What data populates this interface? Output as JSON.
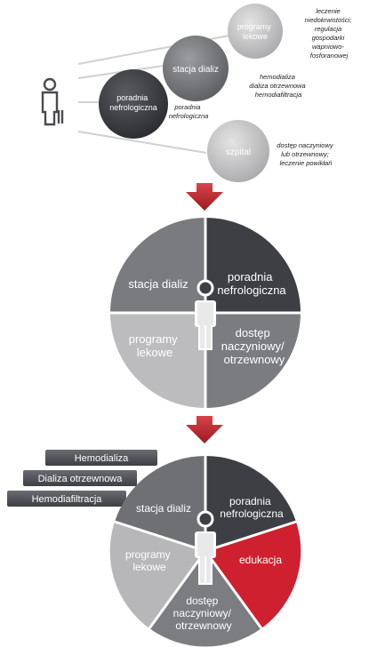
{
  "top_section": {
    "circles": [
      {
        "label_lines": [
          "programy",
          "lekowe"
        ],
        "note_lines": [
          "leczenie",
          "niedokrwistości;",
          "regulacja",
          "gospodarki",
          "wapniowo-",
          "fosforanowej"
        ]
      },
      {
        "label_lines": [
          "stacja dializ"
        ],
        "note_lines": [
          "hemodializa",
          "dializa otrzewnowa",
          "hemodiafiltracja"
        ]
      },
      {
        "label_lines": [
          "poradnia",
          "nefrologiczna"
        ],
        "note_lines": [
          "poradnia",
          "nefrologiczna"
        ]
      },
      {
        "label_lines": [
          "szpital"
        ],
        "note_lines": [
          "dostęp naczyniowy",
          "lub otrzewnowy;",
          "leczenie powikłań"
        ]
      }
    ]
  },
  "middle_section": {
    "quadrants": {
      "top_left": [
        "stacja dializ"
      ],
      "top_right": [
        "poradnia",
        "nefrologiczna"
      ],
      "bottom_left": [
        "programy",
        "lekowe"
      ],
      "bottom_right": [
        "dostęp",
        "naczyniowy/",
        "otrzewnowy"
      ]
    }
  },
  "bottom_section": {
    "buttons": [
      "Hemodializa",
      "Dializa otrzewnowa",
      "Hemodiafiltracja"
    ],
    "segments": {
      "top_left": [
        "stacja dializ"
      ],
      "top_right": [
        "poradnia",
        "nefrologiczna"
      ],
      "right": [
        "edukacja"
      ],
      "bottom": [
        "dostęp",
        "naczyniowy/",
        "otrzewnowy"
      ],
      "left": [
        "programy",
        "lekowe"
      ]
    }
  },
  "colors": {
    "dark": "#3f4147",
    "mid": "#77787c",
    "light": "#b9b9bb",
    "accent": "#d0212e",
    "arrow": "#c62a2f"
  }
}
